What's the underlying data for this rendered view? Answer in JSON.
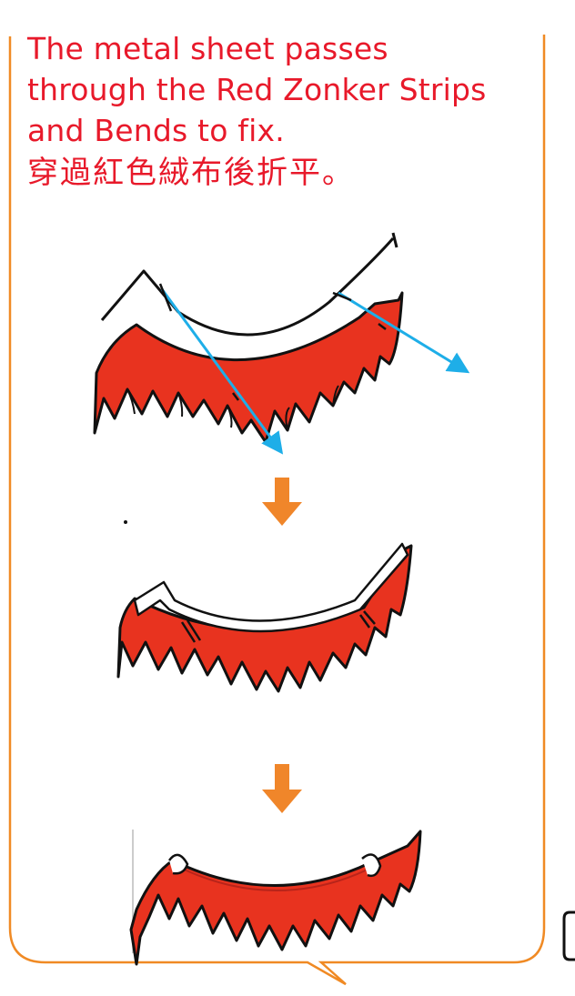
{
  "caption": {
    "line1": "The metal sheet passes",
    "line2": "through the Red Zonker Strips",
    "line3": "and Bends to fix.",
    "line4": "穿過紅色絨布後折平。"
  },
  "colors": {
    "frame": "#f08a24",
    "caption_text": "#e8192a",
    "zonker_red": "#e8331f",
    "outline": "#111111",
    "arrow_blue": "#1eaee8",
    "step_arrow": "#f0862a"
  },
  "icons": {
    "step_arrow_1": "arrow-down-icon",
    "step_arrow_2": "arrow-down-icon"
  }
}
